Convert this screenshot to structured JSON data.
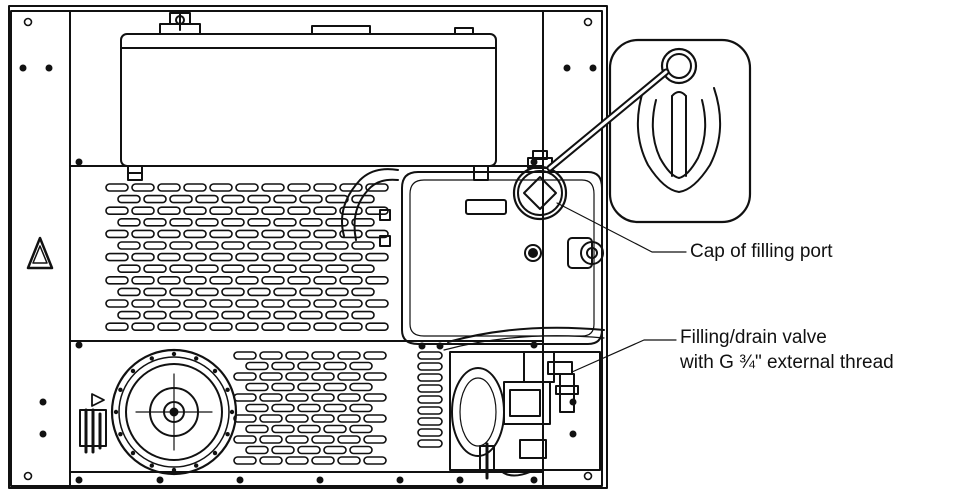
{
  "callouts": {
    "cap": {
      "label": "Cap of filling port"
    },
    "valve": {
      "line1": "Filling/drain valve",
      "line2": "with G ¾\" external thread"
    }
  },
  "colors": {
    "stroke": "#111111",
    "fill": "#ffffff",
    "dark": "#111111"
  }
}
